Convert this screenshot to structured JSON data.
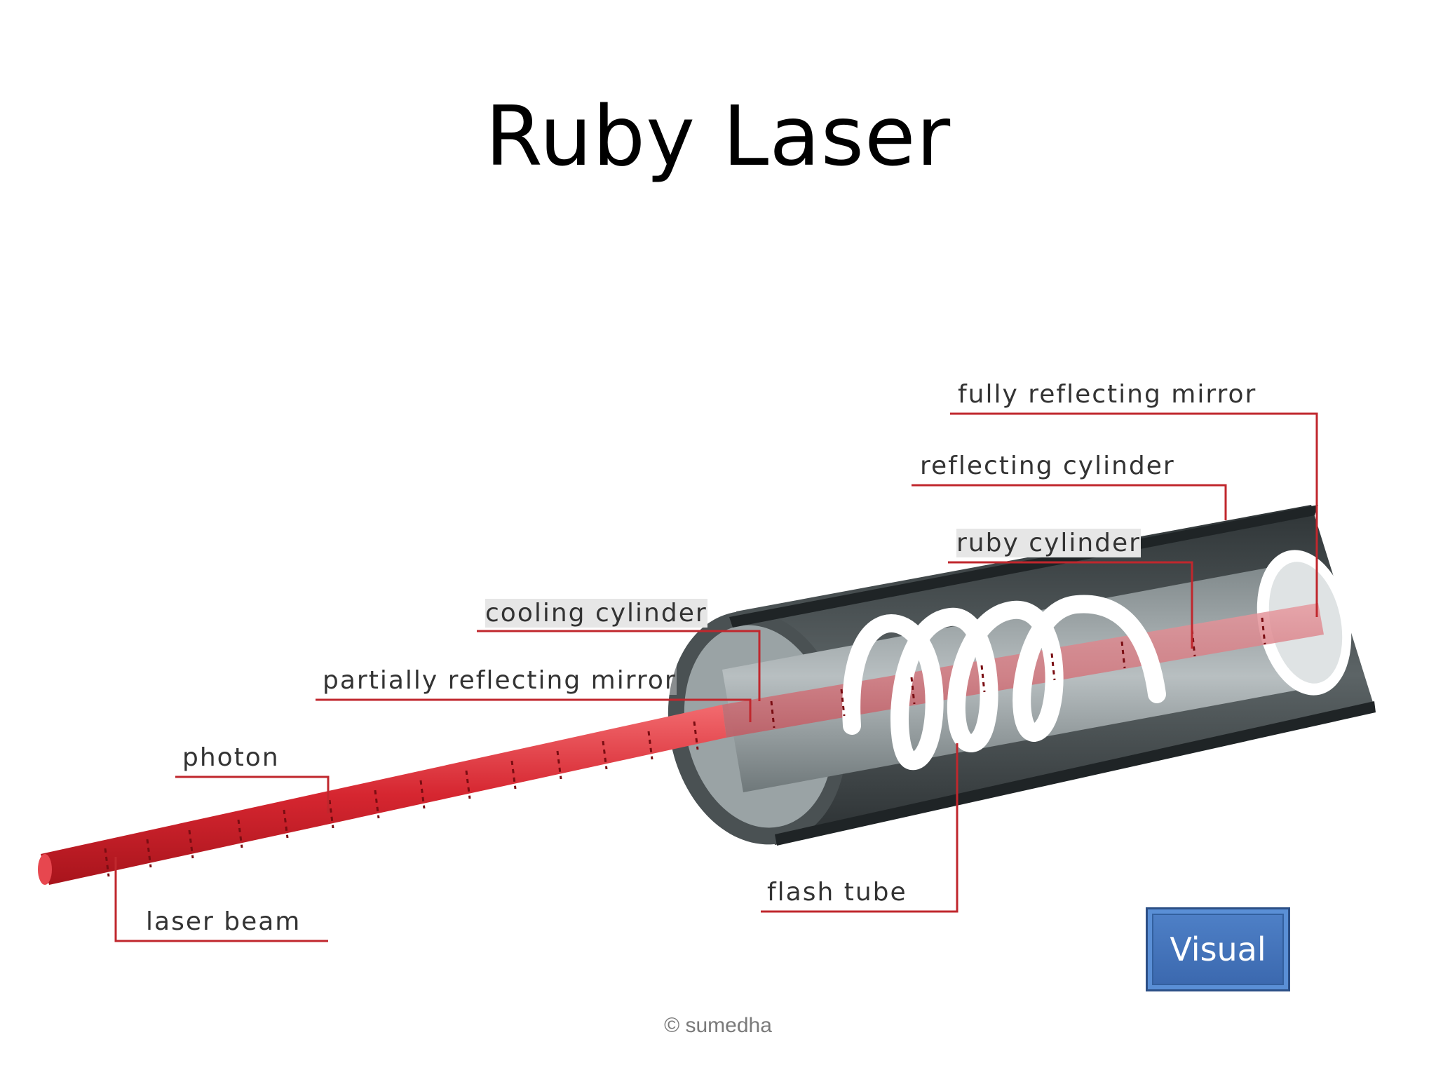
{
  "slide": {
    "title": "Ruby Laser",
    "footer": "© sumedha",
    "visual_button": "Visual"
  },
  "diagram": {
    "labels": {
      "fully_reflecting_mirror": "fully reflecting mirror",
      "reflecting_cylinder": "reflecting cylinder",
      "ruby_cylinder": "ruby cylinder",
      "cooling_cylinder": "cooling cylinder",
      "partially_reflecting_mirror": "partially reflecting mirror",
      "photon": "photon",
      "laser_beam": "laser beam",
      "flash_tube": "flash tube"
    },
    "colors": {
      "leader": "#c0272d",
      "beam": "#e0343a",
      "cylinder_dark": "#3f4547",
      "cylinder_mid": "#8d9597",
      "coil": "#ffffff"
    }
  }
}
